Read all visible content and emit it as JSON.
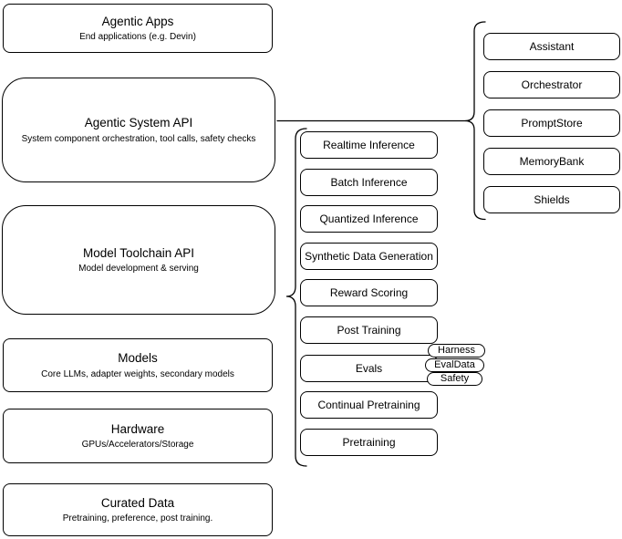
{
  "colors": {
    "stroke": "#000000",
    "fill": "#ffffff",
    "background": "#ffffff"
  },
  "left_stack": [
    {
      "title": "Agentic Apps",
      "subtitle": "End applications (e.g. Devin)"
    },
    {
      "title": "Agentic System API",
      "subtitle": "System component orchestration, tool calls, safety checks"
    },
    {
      "title": "Model Toolchain API",
      "subtitle": "Model development & serving"
    },
    {
      "title": "Models",
      "subtitle": "Core LLMs, adapter weights, secondary models"
    },
    {
      "title": "Hardware",
      "subtitle": "GPUs/Accelerators/Storage"
    },
    {
      "title": "Curated Data",
      "subtitle": "Pretraining, preference, post training."
    }
  ],
  "toolchain": {
    "items": [
      "Realtime Inference",
      "Batch Inference",
      "Quantized Inference",
      "Synthetic Data Generation",
      "Reward Scoring",
      "Post Training",
      "Evals",
      "Continual Pretraining",
      "Pretraining"
    ]
  },
  "evals_tags": [
    "Harness",
    "EvalData",
    "Safety"
  ],
  "agentic_components": [
    "Assistant",
    "Orchestrator",
    "PromptStore",
    "MemoryBank",
    "Shields"
  ]
}
